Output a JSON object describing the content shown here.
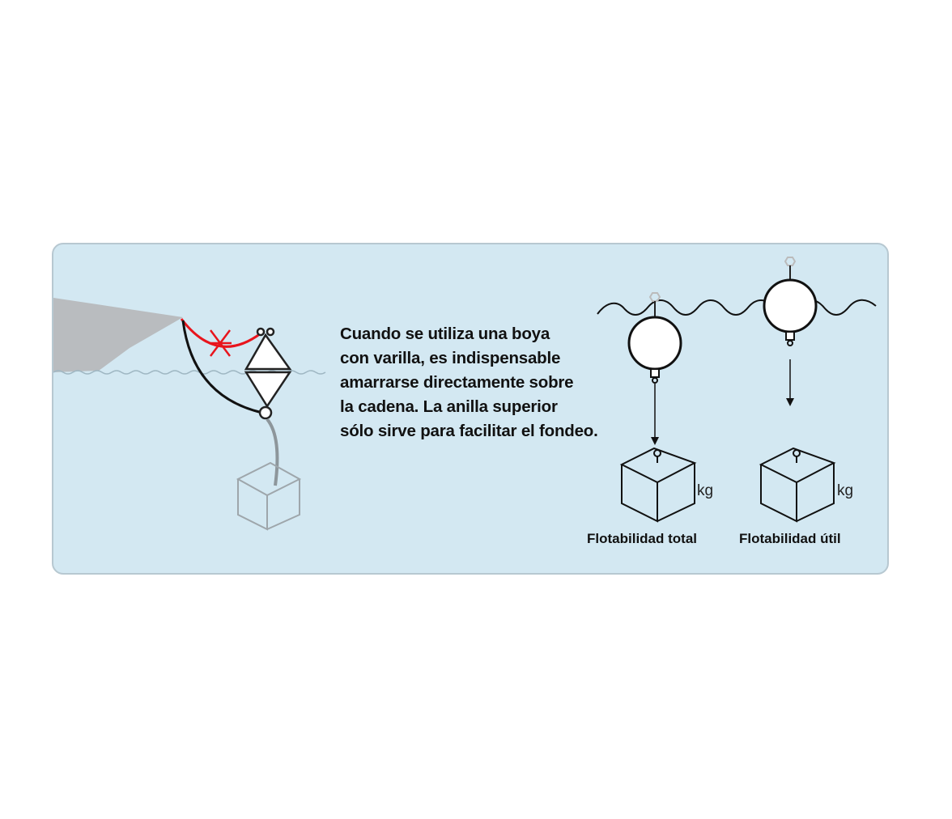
{
  "caption_lines": [
    "Cuando se utiliza una boya",
    "con varilla, es indispensable",
    "amarrarse directamente sobre",
    "la cadena. La anilla superior",
    "sólo sirve para facilitar el fondeo."
  ],
  "labels": {
    "total": "Flotabilidad total",
    "util": "Flotabilidad útil",
    "unit_1": "kg",
    "unit_2": "kg"
  },
  "colors": {
    "panel_bg": "#d3e8f2",
    "wrong_line": "#e8141c",
    "hull": "#b9bcbf"
  }
}
